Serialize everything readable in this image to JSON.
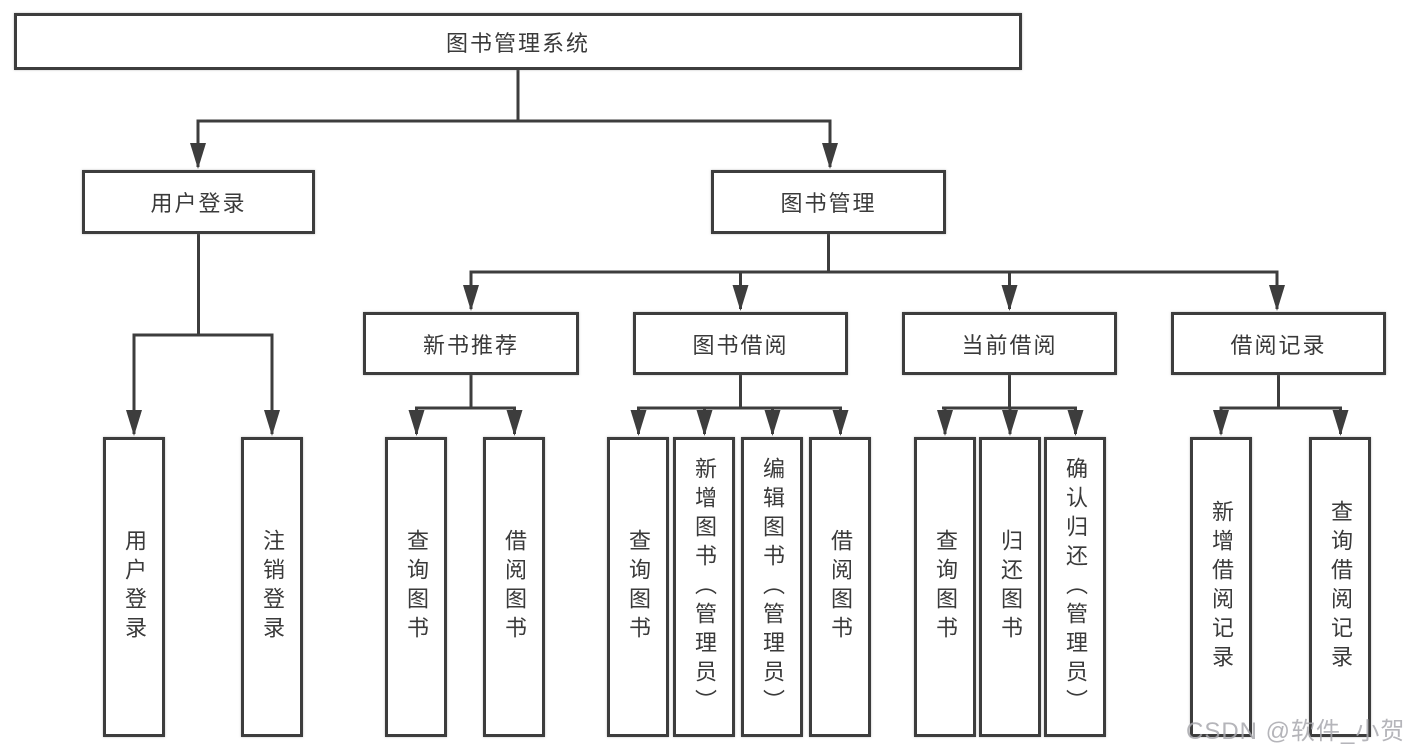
{
  "tree": {
    "label": "图书管理系统",
    "children": [
      {
        "label": "用户登录",
        "children": [
          {
            "label": "用户登录"
          },
          {
            "label": "注销登录"
          }
        ]
      },
      {
        "label": "图书管理",
        "children": [
          {
            "label": "新书推荐",
            "children": [
              {
                "label": "查询图书"
              },
              {
                "label": "借阅图书"
              }
            ]
          },
          {
            "label": "图书借阅",
            "children": [
              {
                "label": "查询图书"
              },
              {
                "label": "新增图书（管理员）"
              },
              {
                "label": "编辑图书（管理员）"
              },
              {
                "label": "借阅图书"
              }
            ]
          },
          {
            "label": "当前借阅",
            "children": [
              {
                "label": "查询图书"
              },
              {
                "label": "归还图书"
              },
              {
                "label": "确认归还（管理员）"
              }
            ]
          },
          {
            "label": "借阅记录",
            "children": [
              {
                "label": "新增借阅记录"
              },
              {
                "label": "查询借阅记录"
              }
            ]
          }
        ]
      }
    ]
  },
  "watermark": "CSDN @软件_小贺同学",
  "colors": {
    "line": "#3d3d3d",
    "box_border": "#3d3d3d",
    "text": "#3a3a3a",
    "watermark": "#a9a9ae",
    "background": "#ffffff"
  }
}
